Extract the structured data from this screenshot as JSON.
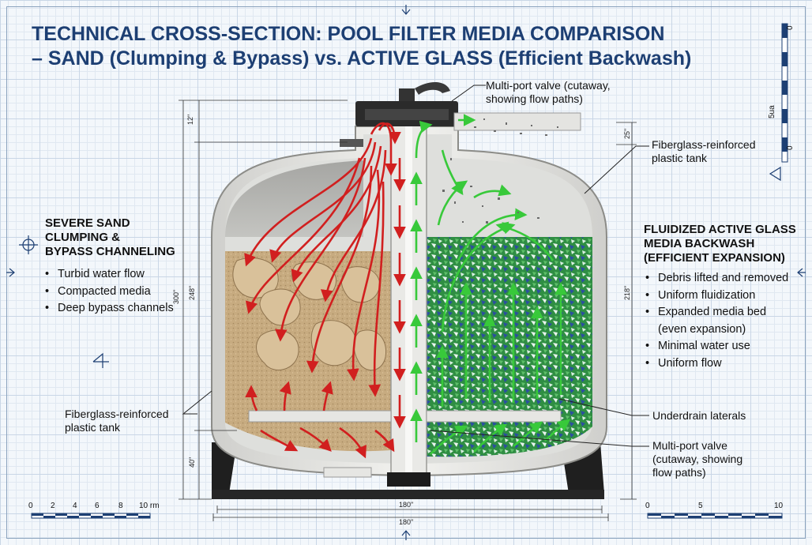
{
  "title": {
    "line1": "TECHNICAL CROSS-SECTION: POOL FILTER MEDIA COMPARISON",
    "line2": "– SAND (Clumping & Bypass) vs. ACTIVE GLASS (Efficient Backwash)"
  },
  "left_panel": {
    "heading_lines": [
      "SEVERE SAND",
      "CLUMPING &",
      "BYPASS CHANNELING"
    ],
    "bullets": [
      "Turbid water flow",
      "Compacted media",
      "Deep bypass channels"
    ],
    "callout_tank": [
      "Fiberglass-reinforced",
      "plastic tank"
    ]
  },
  "right_panel": {
    "heading_lines": [
      "FLUIDIZED ACTIVE GLASS",
      "MEDIA BACKWASH",
      "(EFFICIENT EXPANSION)"
    ],
    "bullets": [
      "Debris lifted and removed",
      "Uniform fluidization",
      "Expanded media bed",
      "(even expansion)",
      "Minimal water use",
      "Uniform flow"
    ],
    "callout_valve_top": [
      "Multi-port valve (cutaway,",
      "showing flow paths)"
    ],
    "callout_tank": [
      "Fiberglass-reinforced",
      "plastic tank"
    ],
    "callout_underdrain": "Underdrain laterals",
    "callout_valve_bottom": [
      "Multi-port valve",
      "(cutaway, showing",
      "flow paths)"
    ]
  },
  "dimensions": {
    "top_neck": "12\"",
    "overall_height": "300\"",
    "sand_bed": "248\"",
    "base": "40\"",
    "right_top": "25\"",
    "right_bed": "218\"",
    "width_inner": "180\"",
    "width_outer": "180\""
  },
  "scale_left": {
    "ticks": [
      "0",
      "2",
      "4",
      "6",
      "8",
      "10 rm"
    ]
  },
  "scale_right": {
    "ticks": [
      "0",
      "5",
      "10"
    ]
  },
  "scale_vertical": {
    "ticks": [
      "0",
      "5ua",
      "0"
    ]
  },
  "colors": {
    "title": "#1d3f73",
    "sand": "#c9ad83",
    "glass_green": "#2e9a45",
    "glass_blue": "#2f56a8",
    "flow_red": "#d11f1f",
    "flow_green": "#38c93a",
    "tank_shell": "#e7e7e4",
    "base_black": "#1f1f1f"
  }
}
